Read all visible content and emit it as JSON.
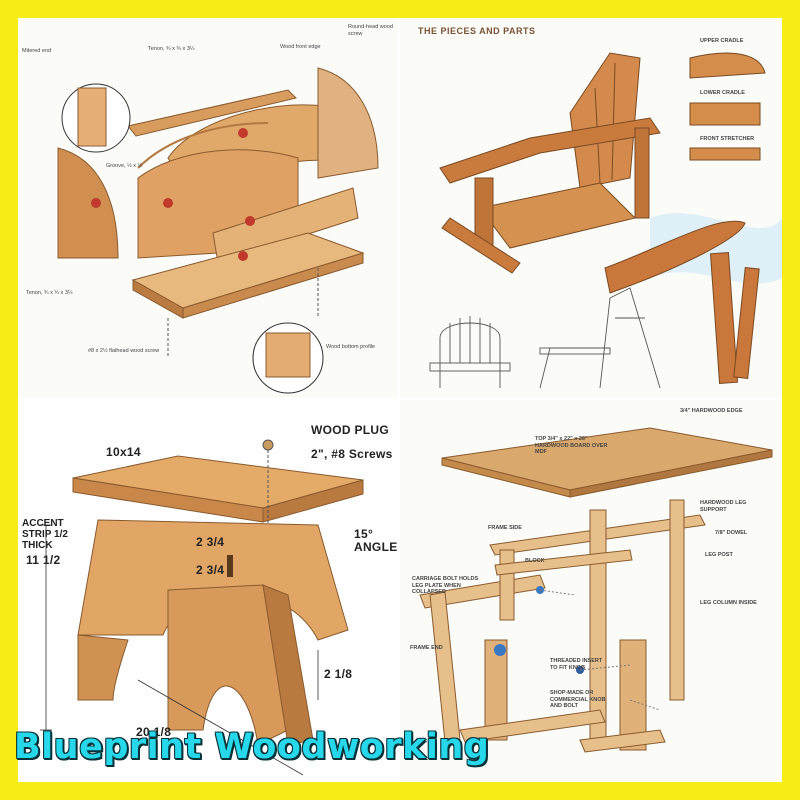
{
  "banner": {
    "title": "Blueprint Woodworking"
  },
  "panel_top_left": {
    "notes": [
      "Mitered end",
      "Tenon, ¾ x ¾ x 3¼",
      "Wood front edge",
      "Round-head wood screw",
      "Groove, ½ x ½",
      "Tenon, ¾ x ¾ x 3¼",
      "Wood bottom profile",
      "#8 x 2½ flathead wood screw"
    ]
  },
  "panel_top_right": {
    "heading": "THE PIECES AND PARTS",
    "parts": [
      "UPPER CRADLE",
      "LOWER CRADLE",
      "FRONT STRETCHER"
    ]
  },
  "panel_bottom_left": {
    "wood_plug": "WOOD PLUG",
    "screws": "2\", #8 Screws",
    "top_size": "10x14",
    "accent_strip": "ACCENT STRIP 1/2 THICK",
    "dim_a": "2 3/4",
    "dim_b": "2 3/4",
    "angle": "15° ANGLE",
    "height": "11 1/2",
    "foot": "2 1/8",
    "width": "20 1/8"
  },
  "panel_bottom_right": {
    "edge": "3/4\" HARDWOOD EDGE",
    "top": "TOP 3/4\" x 22\" x 26\" HARDWOOD BOARD OVER MDF",
    "leg_support": "HARDWOOD LEG SUPPORT",
    "dowel": "7/8\" DOWEL",
    "frame_side": "FRAME SIDE",
    "block": "BLOCK",
    "leg_post": "LEG POST",
    "carriage_bolt": "CARRIAGE BOLT HOLDS LEG PLATE WHEN COLLAPSED",
    "leg_column": "LEG COLUMN INSIDE",
    "frame_end": "FRAME END",
    "threaded_insert": "THREADED INSERT TO FIT KNOB",
    "knob": "SHOP-MADE OR COMMERCIAL KNOB AND BOLT"
  },
  "colors": {
    "border": "#f7ec16",
    "wood_light": "#e6b57a",
    "wood_mid": "#d69a5c",
    "wood_dark": "#a86a34",
    "title_fill": "#27d8ea"
  }
}
